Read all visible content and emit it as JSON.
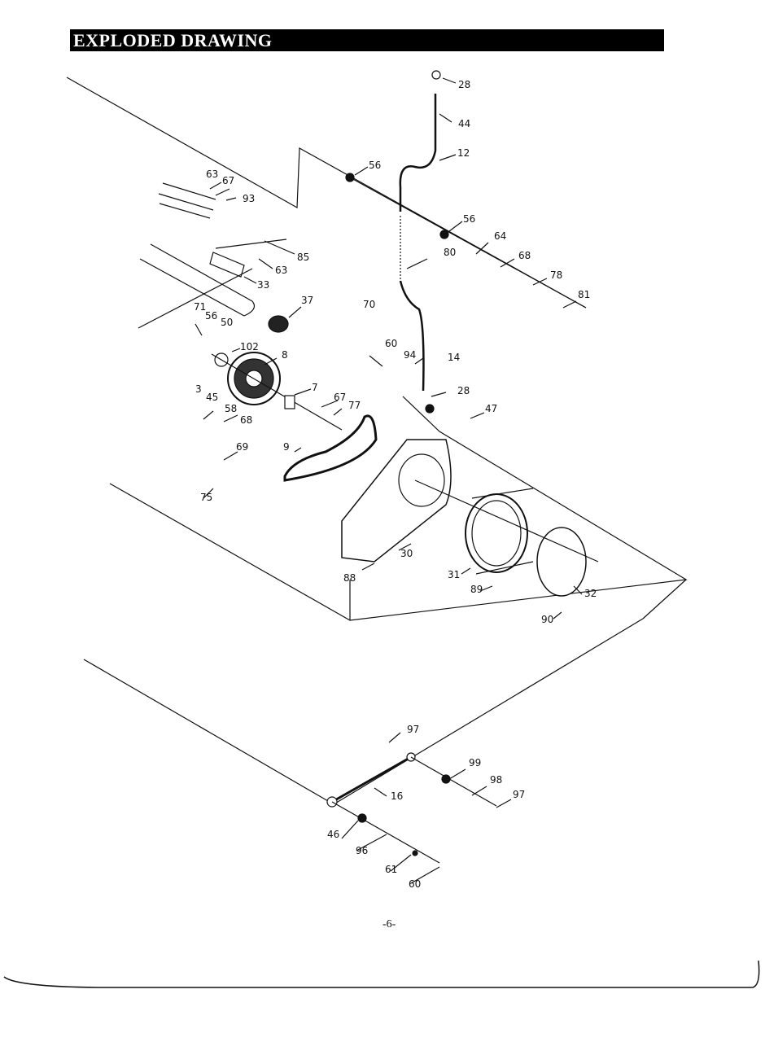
{
  "header": {
    "title": "EXPLODED DRAWING"
  },
  "page_number": "-6-",
  "callouts": [
    {
      "id": "28a",
      "text": "28"
    },
    {
      "id": "44",
      "text": "44"
    },
    {
      "id": "12",
      "text": "12"
    },
    {
      "id": "56a",
      "text": "56"
    },
    {
      "id": "56b",
      "text": "56"
    },
    {
      "id": "64",
      "text": "64"
    },
    {
      "id": "68a",
      "text": "68"
    },
    {
      "id": "78",
      "text": "78"
    },
    {
      "id": "81",
      "text": "81"
    },
    {
      "id": "80",
      "text": "80"
    },
    {
      "id": "70",
      "text": "70"
    },
    {
      "id": "63a",
      "text": "63"
    },
    {
      "id": "67a",
      "text": "67"
    },
    {
      "id": "93",
      "text": "93"
    },
    {
      "id": "85",
      "text": "85"
    },
    {
      "id": "63b",
      "text": "63"
    },
    {
      "id": "33",
      "text": "33"
    },
    {
      "id": "37",
      "text": "37"
    },
    {
      "id": "71",
      "text": "71"
    },
    {
      "id": "56c",
      "text": "56"
    },
    {
      "id": "50",
      "text": "50"
    },
    {
      "id": "102",
      "text": "102"
    },
    {
      "id": "8",
      "text": "8"
    },
    {
      "id": "60a",
      "text": "60"
    },
    {
      "id": "94",
      "text": "94"
    },
    {
      "id": "14",
      "text": "14"
    },
    {
      "id": "28b",
      "text": "28"
    },
    {
      "id": "47",
      "text": "47"
    },
    {
      "id": "3",
      "text": "3"
    },
    {
      "id": "45",
      "text": "45"
    },
    {
      "id": "58",
      "text": "58"
    },
    {
      "id": "68b",
      "text": "68"
    },
    {
      "id": "7",
      "text": "7"
    },
    {
      "id": "67b",
      "text": "67"
    },
    {
      "id": "77",
      "text": "77"
    },
    {
      "id": "69",
      "text": "69"
    },
    {
      "id": "9",
      "text": "9"
    },
    {
      "id": "75",
      "text": "75"
    },
    {
      "id": "30",
      "text": "30"
    },
    {
      "id": "88",
      "text": "88"
    },
    {
      "id": "31",
      "text": "31"
    },
    {
      "id": "89",
      "text": "89"
    },
    {
      "id": "32",
      "text": "32"
    },
    {
      "id": "90",
      "text": "90"
    },
    {
      "id": "97a",
      "text": "97"
    },
    {
      "id": "99",
      "text": "99"
    },
    {
      "id": "98",
      "text": "98"
    },
    {
      "id": "97b",
      "text": "97"
    },
    {
      "id": "16",
      "text": "16"
    },
    {
      "id": "46",
      "text": "46"
    },
    {
      "id": "96",
      "text": "96"
    },
    {
      "id": "61",
      "text": "61"
    },
    {
      "id": "60b",
      "text": "60"
    }
  ]
}
